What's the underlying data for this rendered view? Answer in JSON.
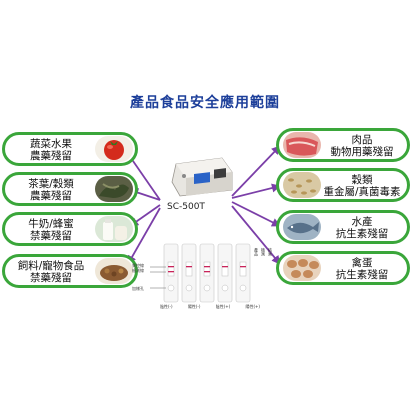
{
  "title": "產品食品安全應用範圍",
  "device": {
    "model": "SC-500T"
  },
  "left_items": [
    {
      "line1": "蔬菜水果",
      "line2": "農藥殘留",
      "icon": "tomato-icon"
    },
    {
      "line1": "茶葉/穀類",
      "line2": "農藥殘留",
      "icon": "tea-leaves-icon"
    },
    {
      "line1": "牛奶/蜂蜜",
      "line2": "禁藥殘留",
      "icon": "milk-icon"
    },
    {
      "line1": "飼料/寵物食品",
      "line2": "禁藥殘留",
      "icon": "pet-food-icon"
    }
  ],
  "right_items": [
    {
      "line1": "肉品",
      "line2": "動物用藥殘留",
      "icon": "meat-icon"
    },
    {
      "line1": "穀類",
      "line2": "重金屬/真菌毒素",
      "icon": "grain-icon"
    },
    {
      "line1": "水產",
      "line2": "抗生素殘留",
      "icon": "fish-icon"
    },
    {
      "line1": "禽蛋",
      "line2": "抗生素殘留",
      "icon": "eggs-icon"
    }
  ],
  "strip_panel": {
    "side_labels": [
      "質控線",
      "檢測線",
      "加樣孔"
    ],
    "bottom_labels": [
      "陰性(-)",
      "陽性(-)",
      "陰性(+)",
      "陽性(+)"
    ],
    "extra_labels": [
      "產品",
      "檢測",
      "結果"
    ]
  },
  "colors": {
    "title": "#1d3f9a",
    "pill_border": "#3aa63a",
    "arrow": "#7b3fa8"
  }
}
